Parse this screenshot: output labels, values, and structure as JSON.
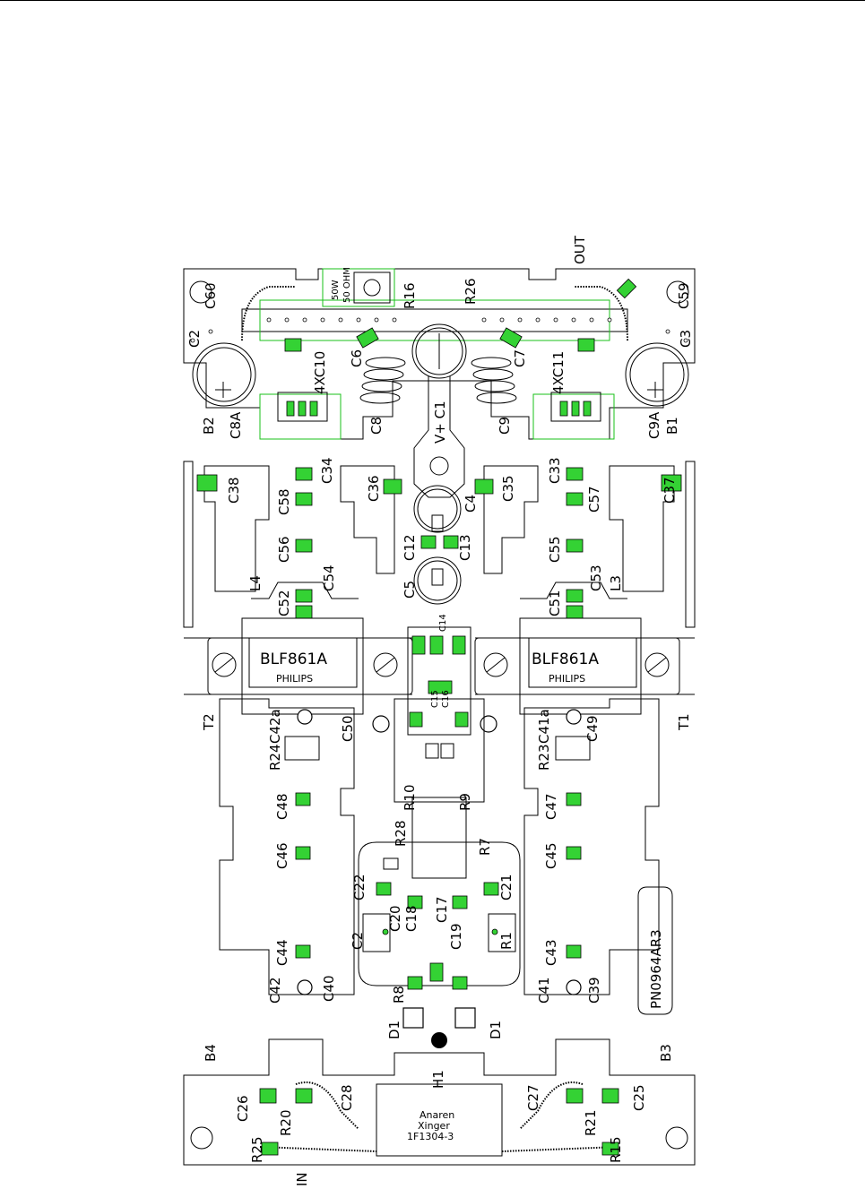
{
  "labels": {
    "out": "OUT",
    "in": "IN",
    "b1": "B1",
    "b2": "B2",
    "b3": "B3",
    "b4": "B4",
    "t1": "T1",
    "t2": "T2",
    "h1": "H1",
    "d1": "D1",
    "d2": "D1",
    "vplus": "V+ C1",
    "c2": "C2",
    "c3": "C3",
    "c4": "C4",
    "c5": "C5",
    "c6": "C6",
    "c7": "C7",
    "c8": "C8",
    "c9": "C9",
    "c8a": "C8A",
    "c9a": "C9A",
    "c12": "C12",
    "c13": "C13",
    "c14": "C14",
    "c15": "C15",
    "c16": "C16",
    "c17": "C17",
    "c18": "C18",
    "c19": "C19",
    "c20": "C20",
    "c21": "C21",
    "c22": "C22",
    "c25": "C25",
    "c26": "C26",
    "c27": "C27",
    "c28": "C28",
    "c33": "C33",
    "c34": "C34",
    "c35": "C35",
    "c36": "C36",
    "c37": "C37",
    "c38": "C38",
    "c39": "C39",
    "c40": "C40",
    "c41a": "C41a",
    "c42a": "C42a",
    "c41": "C41",
    "c42": "C42",
    "c43": "C43",
    "c44": "C44",
    "c45": "C45",
    "c46": "C46",
    "c47": "C47",
    "c48": "C48",
    "c49": "C49",
    "c50": "C50",
    "c51": "C51",
    "c52": "C52",
    "c53": "C53",
    "c54": "C54",
    "c55": "C55",
    "c56": "C56",
    "c57": "C57",
    "c58": "C58",
    "c59": "C59",
    "c60": "C60",
    "4xc10": "4XC10",
    "4xc11": "4XC11",
    "l3": "L3",
    "l4": "L4",
    "r1": "R1",
    "r7": "R7",
    "r8": "R8",
    "r9": "R9",
    "r10": "R10",
    "r15": "R15",
    "r16": "R16",
    "r20": "R20",
    "r21": "R21",
    "r23": "R23",
    "r24": "R24",
    "r25": "R25",
    "r26": "R26",
    "r28": "R28",
    "part": "PN0964AR3"
  },
  "chips": {
    "left_name": "BLF861A",
    "left_brand": "PHILIPS",
    "right_name": "BLF861A",
    "right_brand": "PHILIPS"
  },
  "coupler": {
    "line1": "Anaren",
    "line2": "Xinger",
    "line3": "1F1304-3"
  },
  "resistor_block": {
    "line1": "50W",
    "line2": "50 OHM"
  },
  "colors": {
    "outline": "#000000",
    "component": "#19c219",
    "component_fill": "#34d234"
  }
}
